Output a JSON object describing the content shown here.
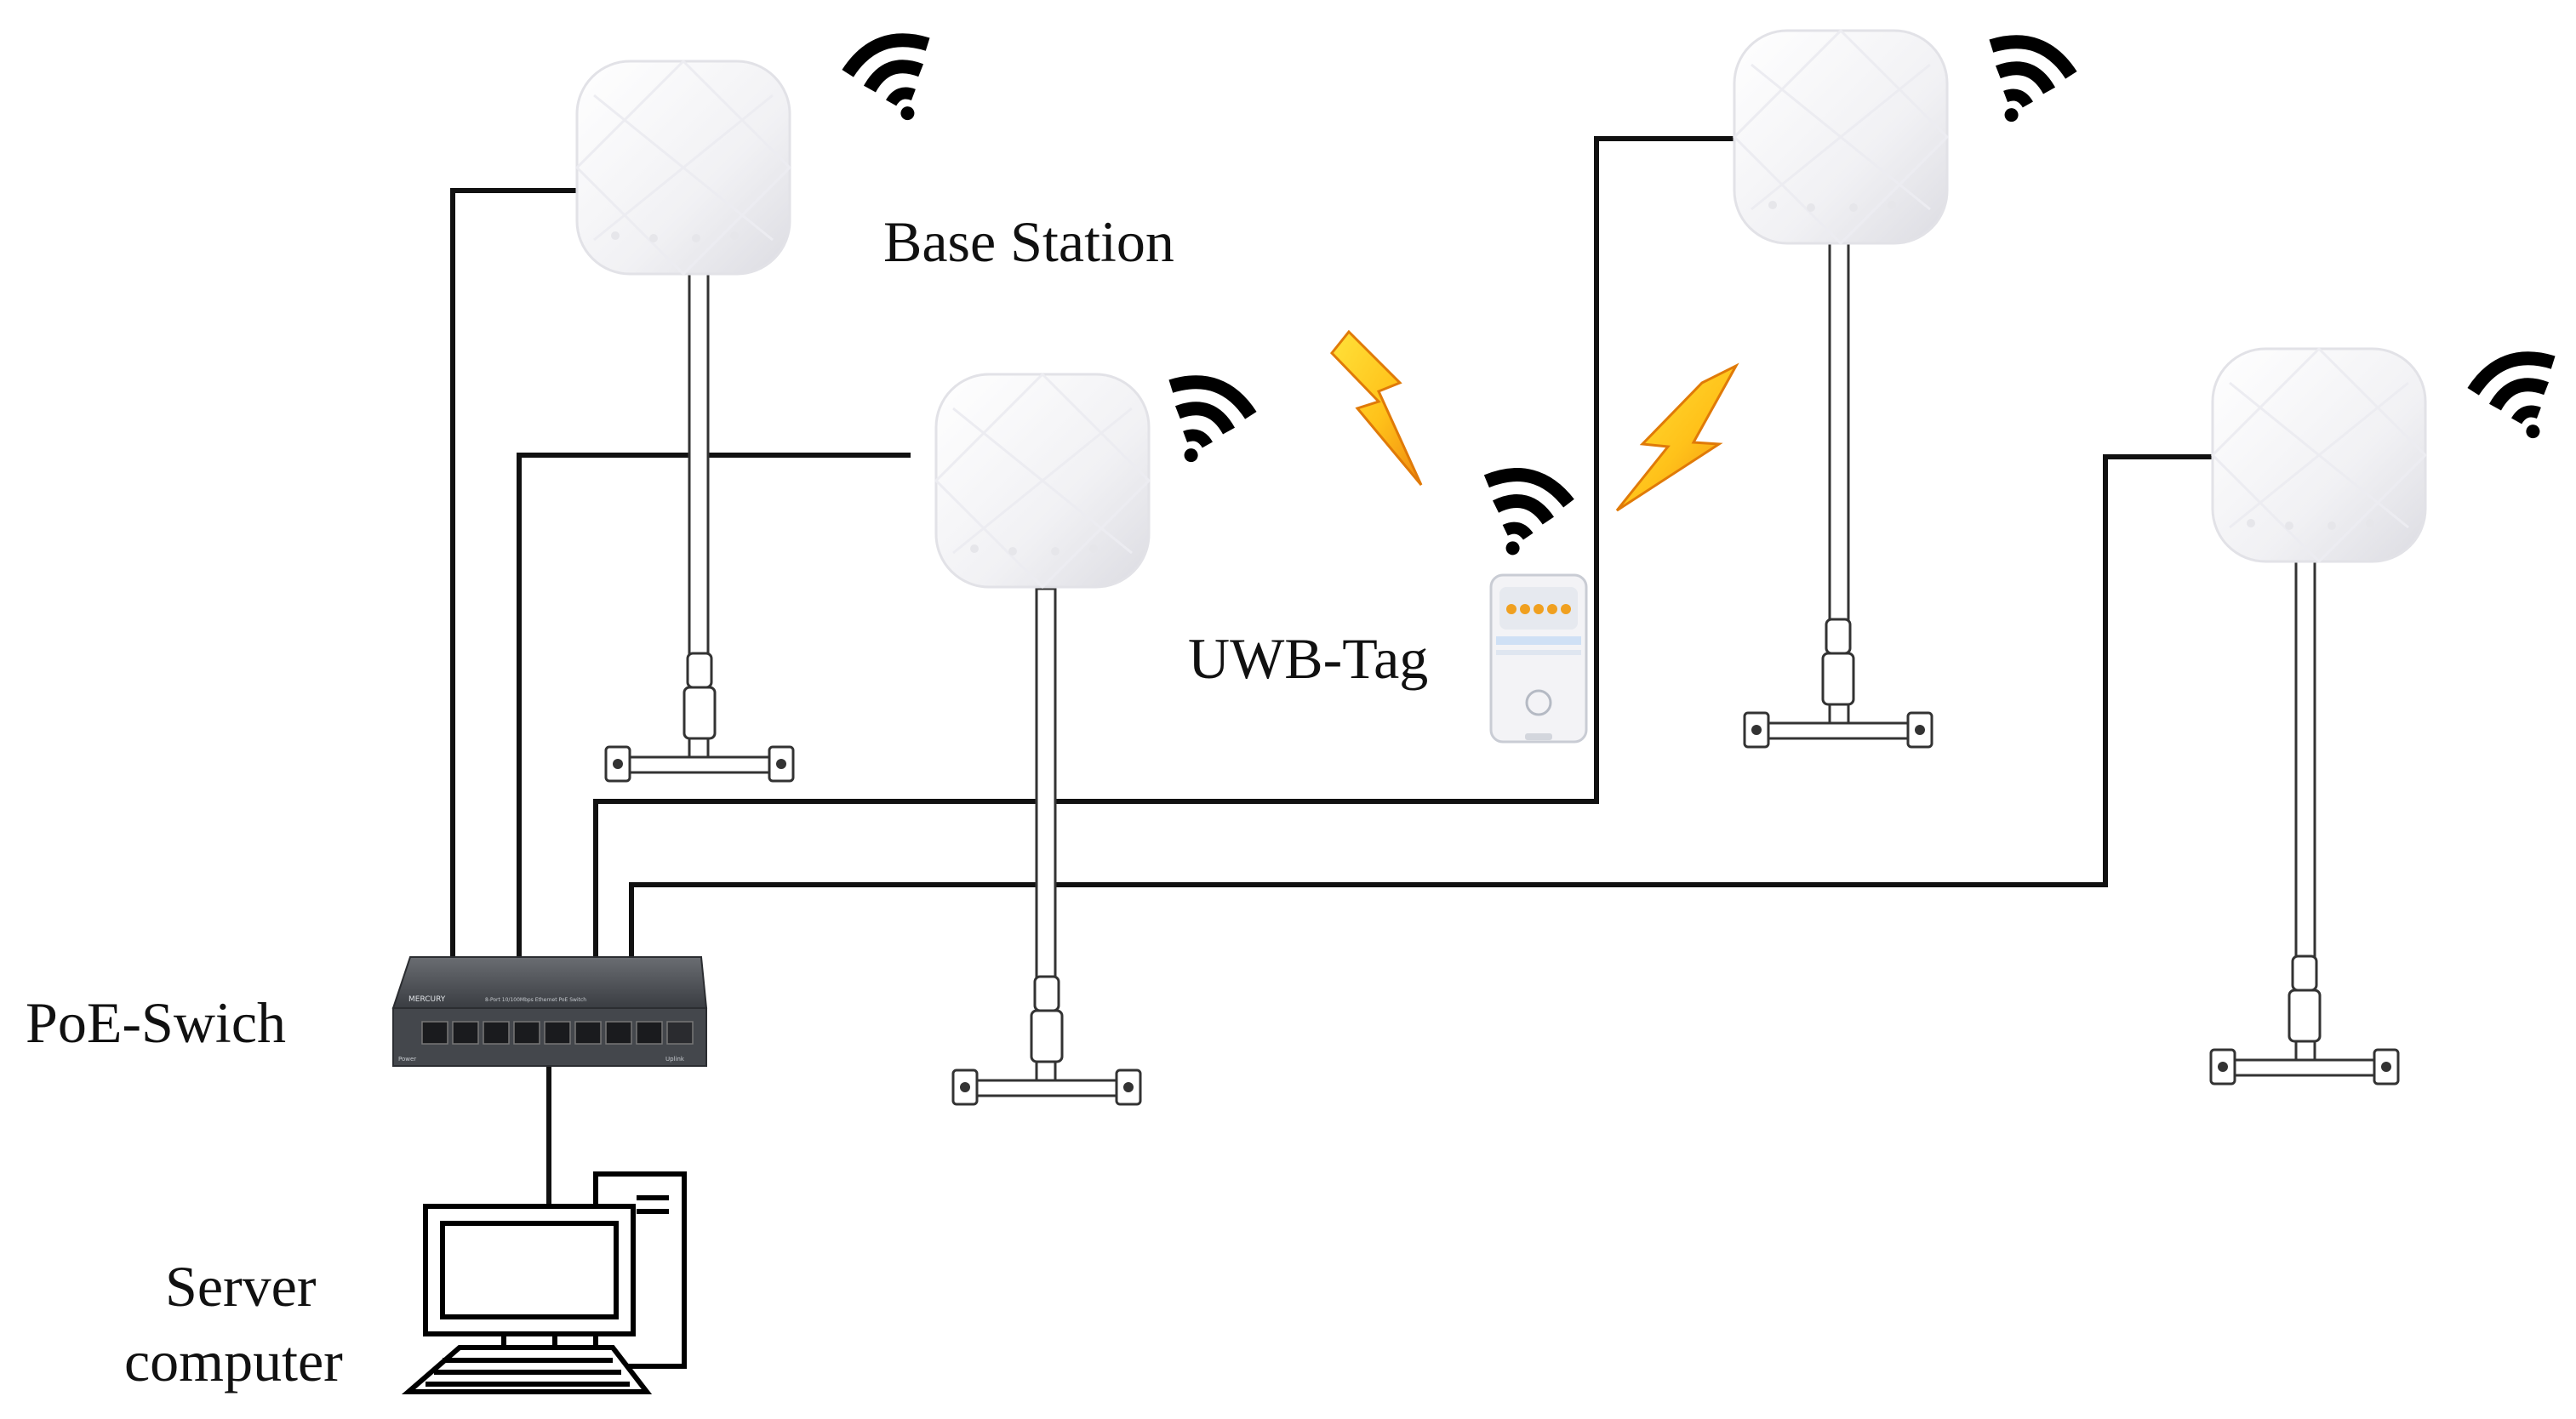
{
  "labels": {
    "base_station": "Base Station",
    "uwb_tag": "UWB-Tag",
    "poe_switch": "PoE-Swich",
    "server_line1": "Server",
    "server_line2": "computer"
  },
  "switch_text": {
    "brand": "MERCURY",
    "model": "8-Port 10/100Mbps Ethernet PoE Switch",
    "power": "Power",
    "uplink": "Uplink"
  },
  "colors": {
    "cable": "#111111",
    "device_body": "#f4f4f6",
    "device_edge": "#d9d9de",
    "switch_body": "#4a4d52",
    "bolt_inner": "#ffd21f",
    "bolt_outer": "#f39a12",
    "tag_led": "#f0a020"
  },
  "icons": {
    "base_station": "access-point-icon",
    "wifi": "wifi-signal-icon",
    "bolt": "lightning-bolt-icon",
    "tag": "uwb-tag-icon",
    "switch": "network-switch-icon",
    "computer": "desktop-computer-icon"
  }
}
